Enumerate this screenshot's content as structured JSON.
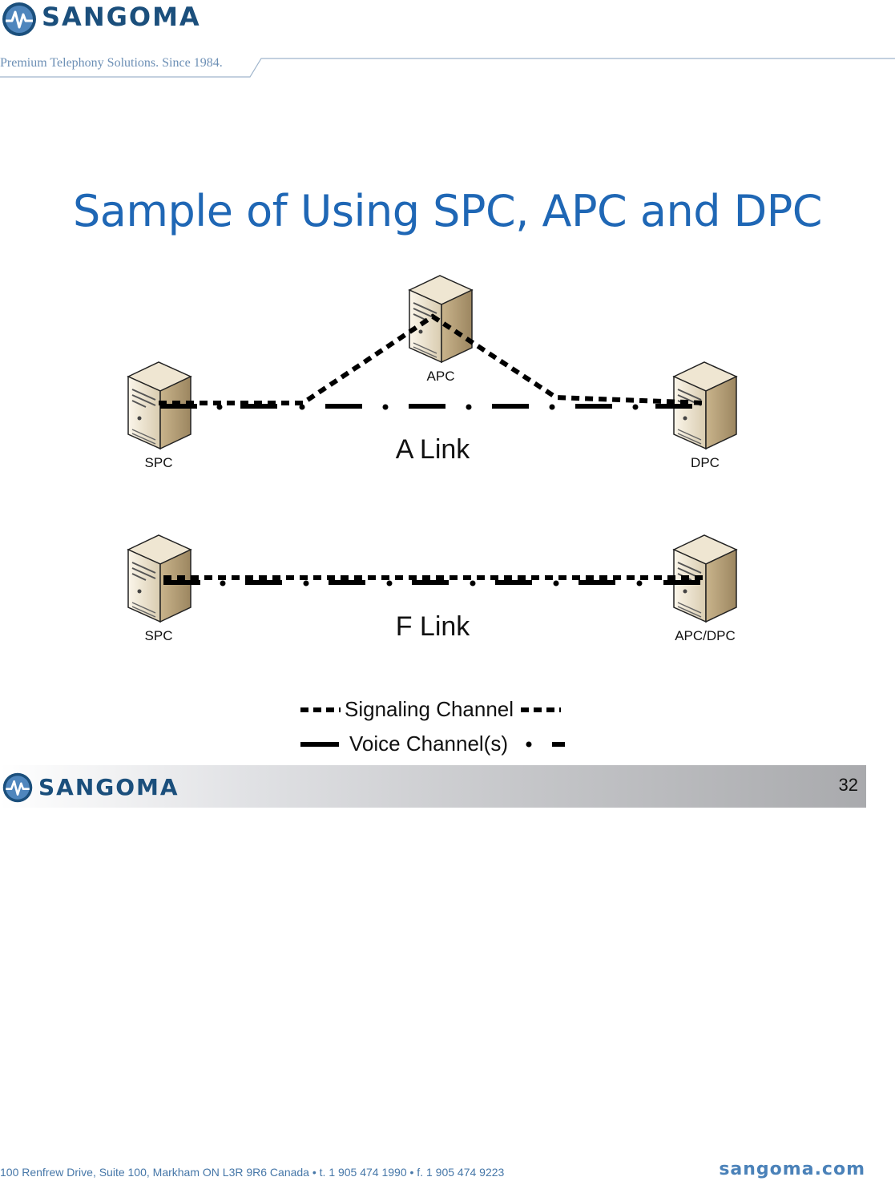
{
  "header": {
    "brand": "SANGOMA",
    "tagline": "Premium Telephony Solutions. Since 1984."
  },
  "slide": {
    "title": "Sample of Using SPC, APC and DPC",
    "number": "32"
  },
  "diagram": {
    "a_link": {
      "label": "A Link",
      "servers": {
        "spc": "SPC",
        "apc": "APC",
        "dpc": "DPC"
      }
    },
    "f_link": {
      "label": "F Link",
      "servers": {
        "spc": "SPC",
        "apc_dpc": "APC/DPC"
      }
    },
    "legend": {
      "signaling": "Signaling Channel",
      "voice": "Voice Channel(s)"
    }
  },
  "footer": {
    "brand": "SANGOMA",
    "address": "100 Renfrew Drive, Suite 100, Markham ON L3R 9R6 Canada  •  t. 1 905 474 1990  •  f. 1 905 474 9223",
    "website": "sangoma.com"
  },
  "colors": {
    "brand_blue": "#1b4f7c",
    "title_blue": "#1f67b5",
    "tagline_blue": "#6c8fb5",
    "footer_gray": "#a9aaad"
  }
}
